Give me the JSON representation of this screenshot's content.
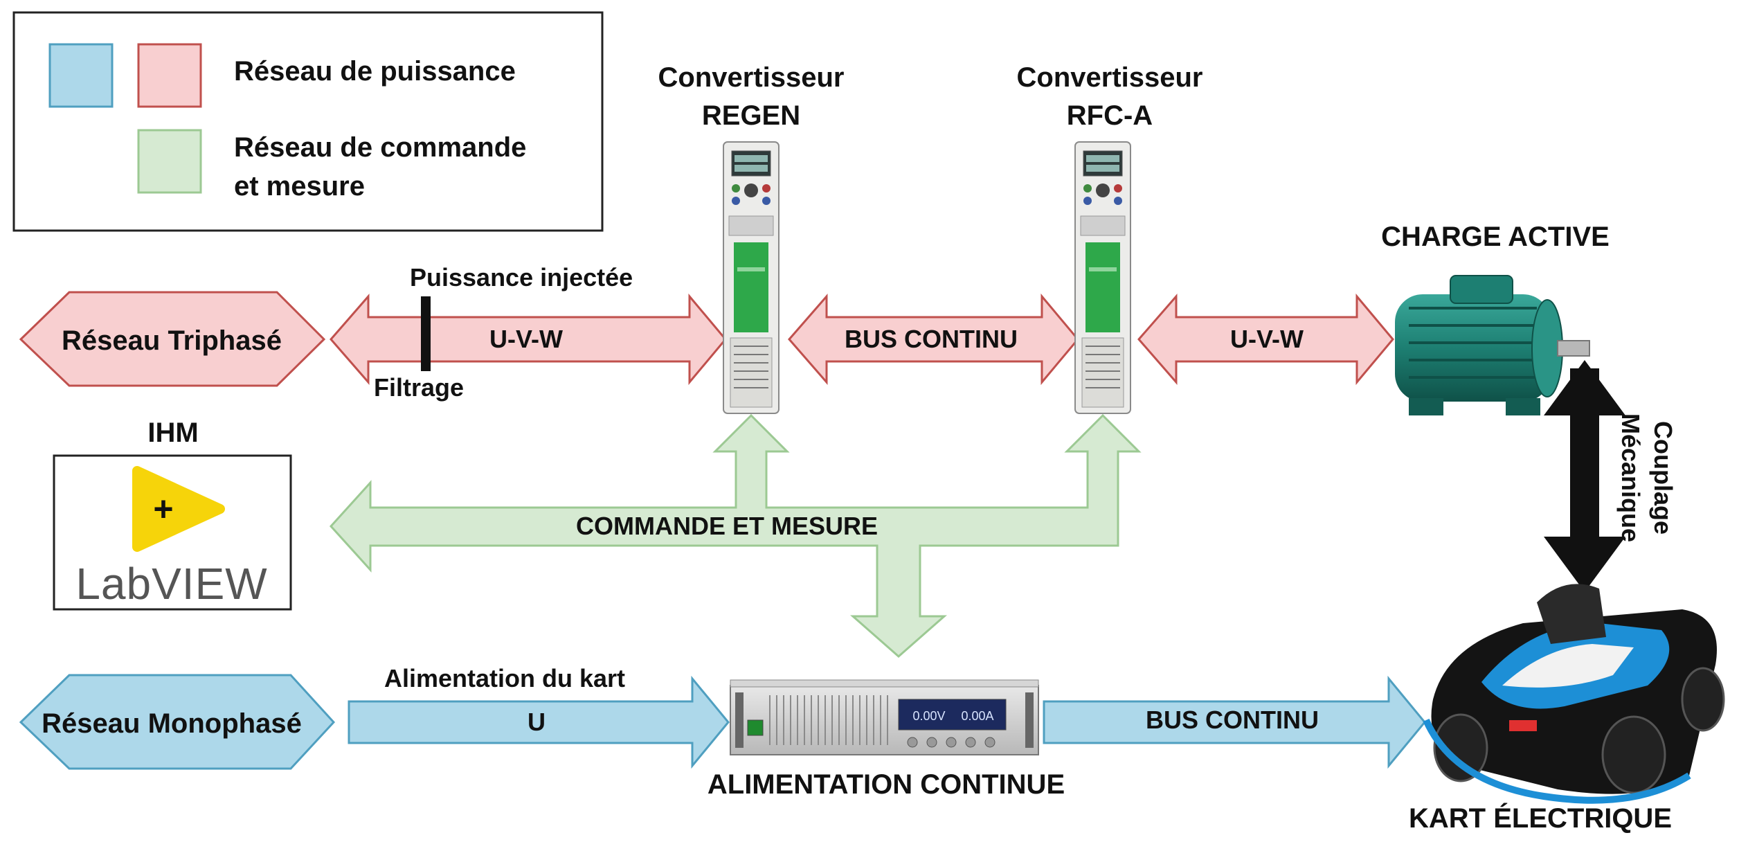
{
  "legend": {
    "power_label": "Réseau de puissance",
    "control_label_line1": "Réseau de commande",
    "control_label_line2": "et mesure"
  },
  "converters": {
    "regen": {
      "title_line1": "Convertisseur",
      "title_line2": "REGEN"
    },
    "rfca": {
      "title_line1": "Convertisseur",
      "title_line2": "RFC-A"
    }
  },
  "nodes": {
    "triphase": "Réseau Triphasé",
    "monophase": "Réseau Monophasé",
    "ihm": "IHM",
    "labview_logo_text": "LabVIEW",
    "charge_active": "CHARGE ACTIVE",
    "alimentation": "ALIMENTATION CONTINUE",
    "kart": "KART ÉLECTRIQUE"
  },
  "links": {
    "uvw_left": "U-V-W",
    "bus_continu_top": "BUS CONTINU",
    "uvw_right": "U-V-W",
    "commande_mesure": "COMMANDE ET MESURE",
    "u": "U",
    "bus_continu_bottom": "BUS CONTINU",
    "puissance_injectee": "Puissance injectée",
    "filtrage": "Filtrage",
    "alimentation_kart": "Alimentation du kart",
    "couplage_line1": "Couplage",
    "couplage_line2": "Mécanique"
  },
  "psu_display": {
    "voltage": "0.00V",
    "current": "0.00A"
  },
  "colors": {
    "power_fill": "#f8cfd0",
    "power_stroke": "#c0504d",
    "blue_fill": "#add8ea",
    "blue_stroke": "#4f9fc0",
    "control_fill": "#d6ead2",
    "control_stroke": "#9cc993"
  }
}
